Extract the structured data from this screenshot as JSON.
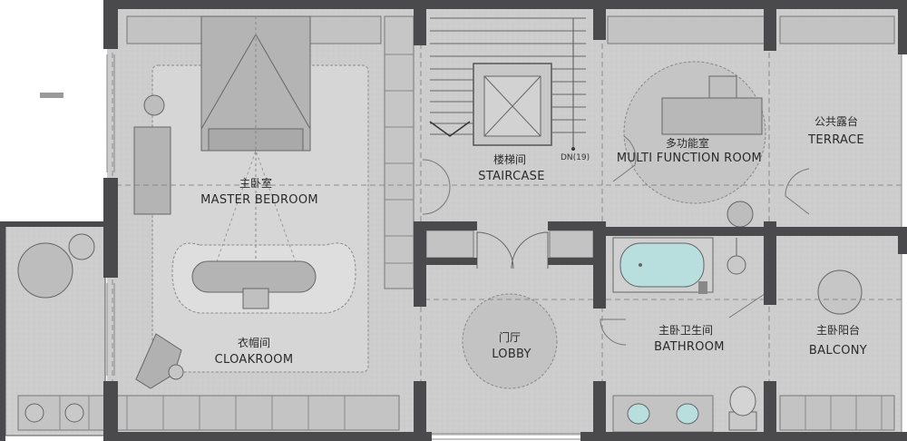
{
  "rooms": {
    "master_bedroom": {
      "zh": "主卧室",
      "en": "MASTER BEDROOM"
    },
    "cloakroom": {
      "zh": "衣帽间",
      "en": "CLOAKROOM"
    },
    "staircase": {
      "zh": "楼梯间",
      "en": "STAIRCASE"
    },
    "multi_function": {
      "zh": "多功能室",
      "en": "MULTI FUNCTION ROOM"
    },
    "terrace": {
      "zh": "公共露台",
      "en": "TERRACE"
    },
    "lobby": {
      "zh": "门厅",
      "en": "LOBBY"
    },
    "bathroom": {
      "zh": "主卧卫生间",
      "en": "BATHROOM"
    },
    "balcony": {
      "zh": "主卧阳台",
      "en": "BALCONY"
    }
  },
  "stair_note": "DN(19)",
  "colors": {
    "wall": "#4a4a4c",
    "floor": "#cfcfcf",
    "furniture": "#b9b9b9",
    "rug": "#dcdcdc",
    "water": "#b8dede",
    "outline": "#6a6a6a"
  }
}
